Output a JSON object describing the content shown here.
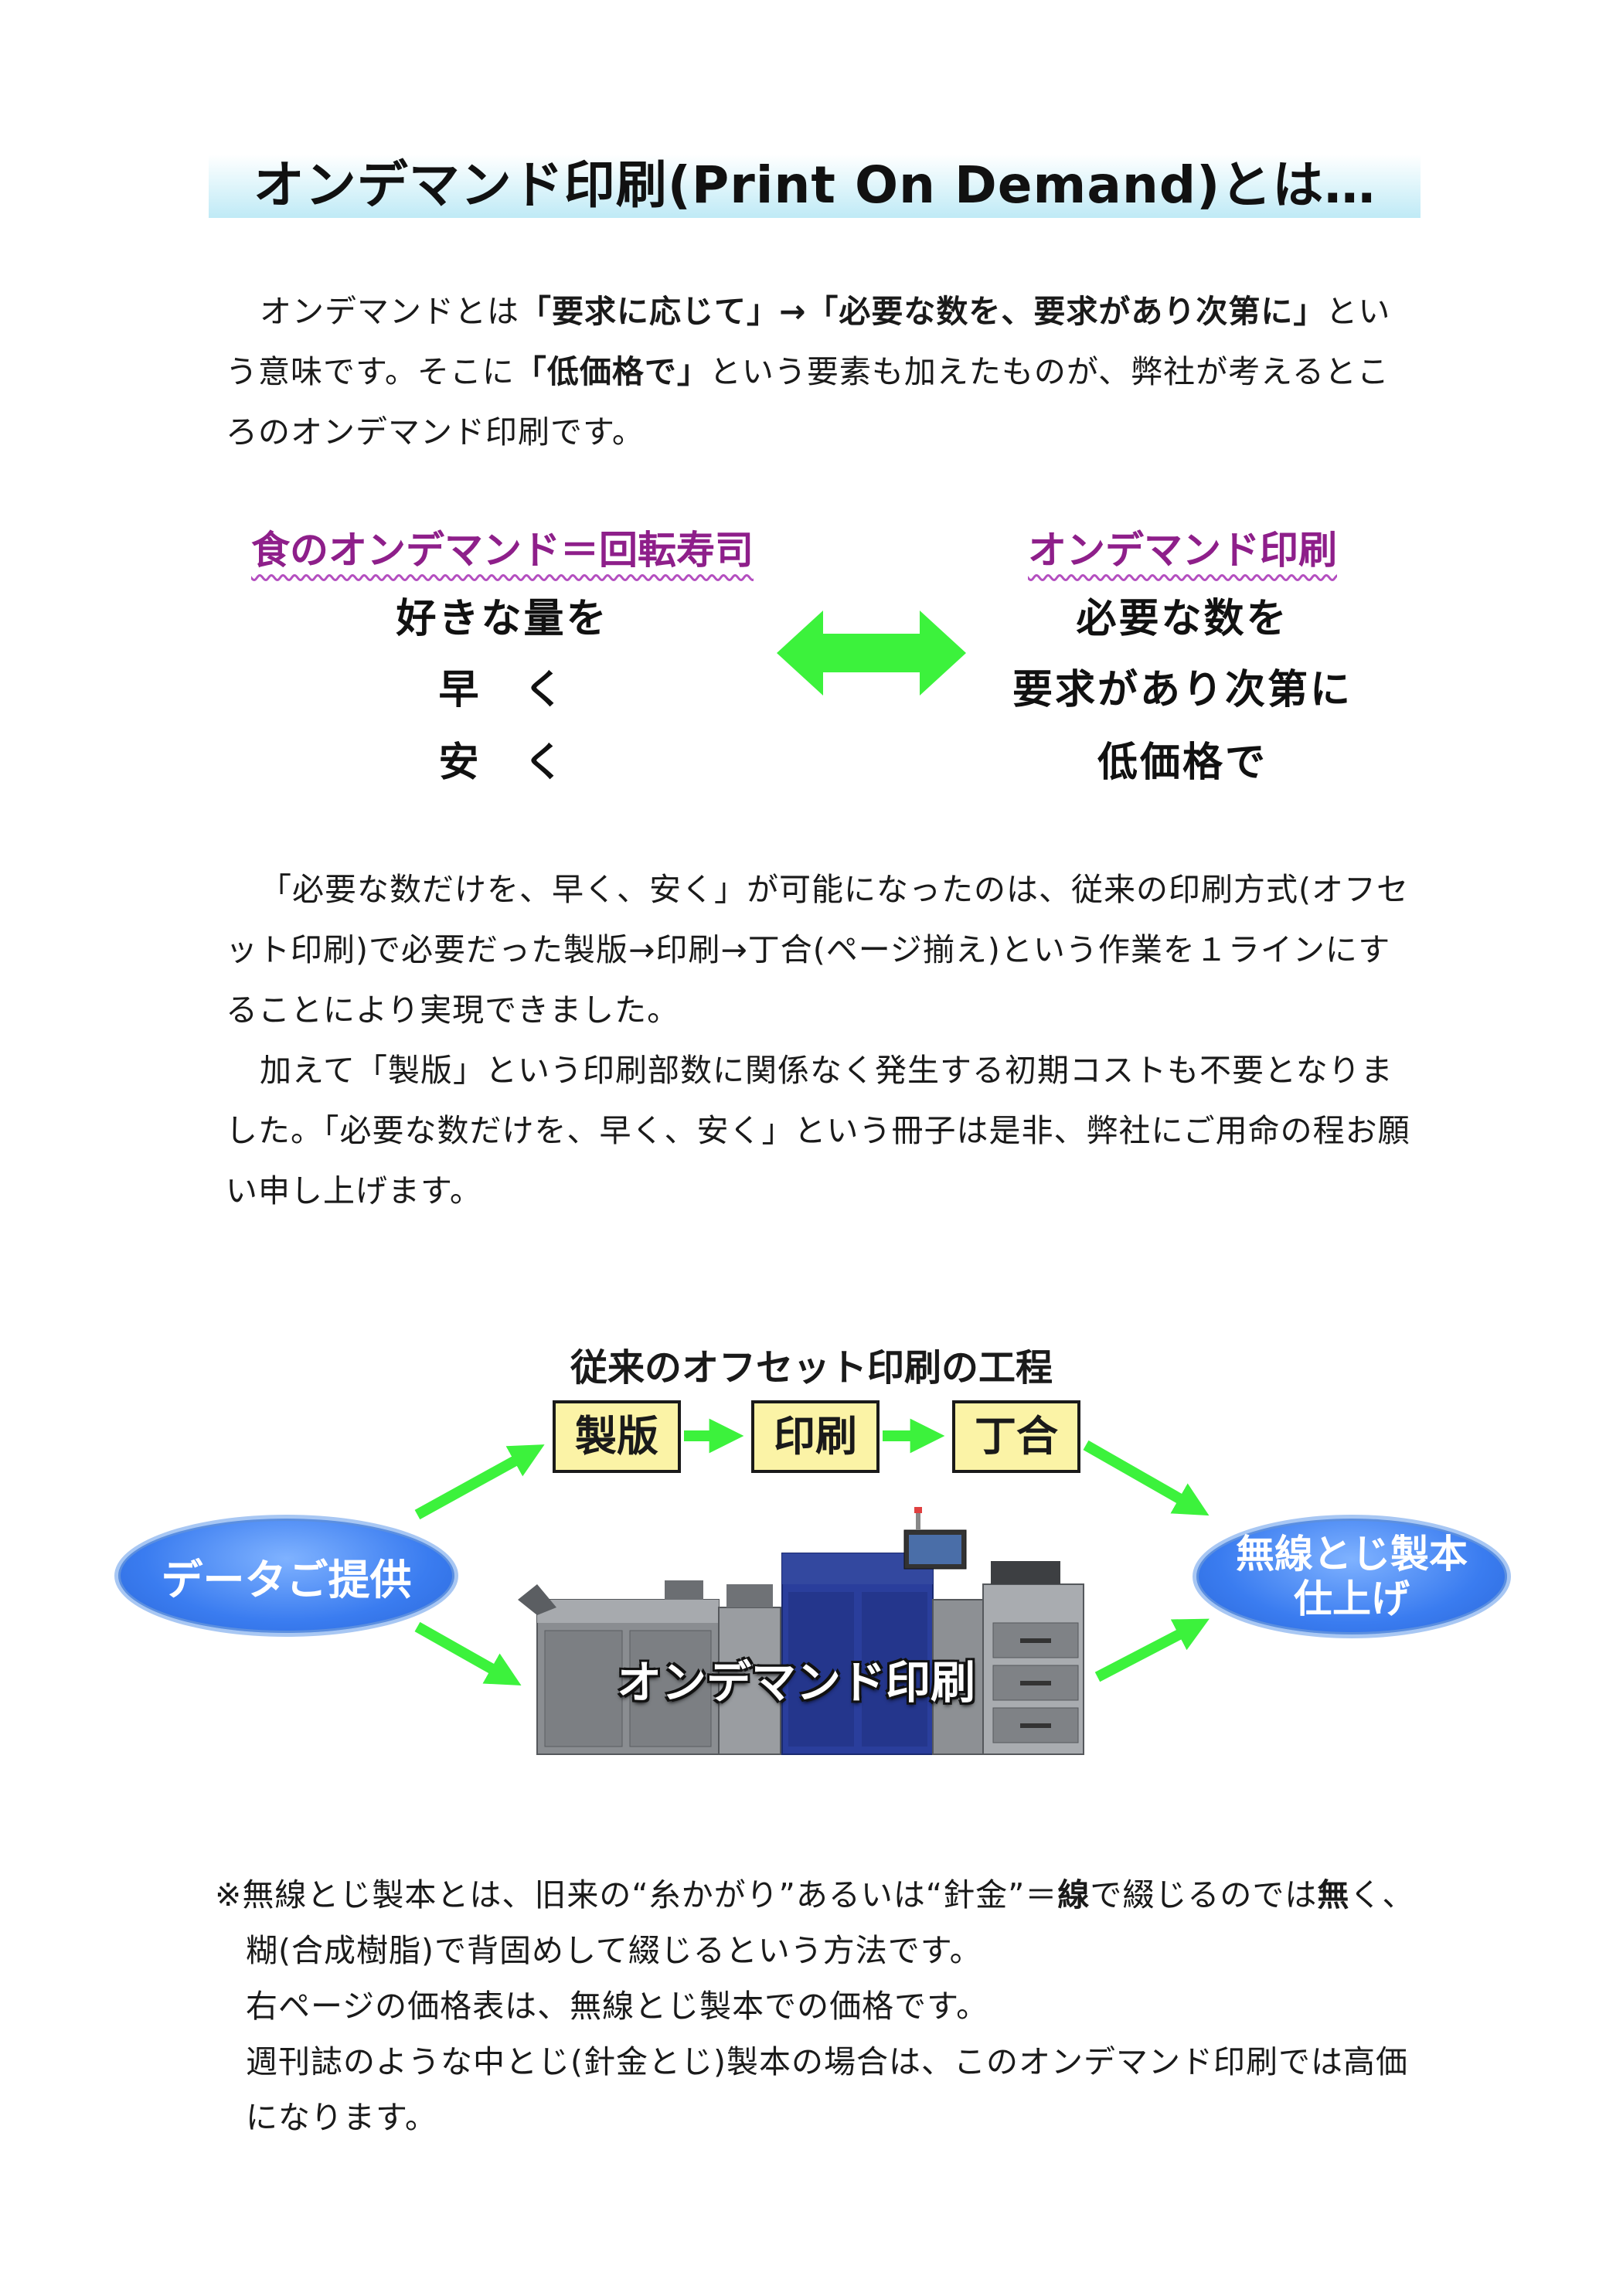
{
  "title": "オンデマンド印刷(Print On Demand)とは…",
  "intro": {
    "t1": "オンデマンドとは",
    "b1": "「要求に応じて」→「必要な数を、要求があり次第に」",
    "t2": "という意味です。そこに",
    "b2": "「低価格で」",
    "t3": "という要素も加えたものが、弊社が考えるところのオンデマンド印刷です。"
  },
  "comparison": {
    "left_head": "食のオンデマンド＝回転寿司",
    "left_lines": [
      "好きな量を",
      "早　く",
      "安　く"
    ],
    "right_head": "オンデマンド印刷",
    "right_lines": [
      "必要な数を",
      "要求があり次第に",
      "低価格で"
    ]
  },
  "body": {
    "p1": "「必要な数だけを、早く、安く」が可能になったのは、従来の印刷方式(オフセット印刷)で必要だった製版→印刷→丁合(ページ揃え)という作業を１ラインにすることにより実現できました。",
    "p2": "加えて「製版」という印刷部数に関係なく発生する初期コストも不要となりました。「必要な数だけを、早く、安く」という冊子は是非、弊社にご用命の程お願い申し上げます。"
  },
  "flow": {
    "title": "従来のオフセット印刷の工程",
    "steps": [
      "製版",
      "印刷",
      "丁合"
    ],
    "source": "データご提供",
    "result_line1": "無線とじ製本",
    "result_line2": "仕上げ",
    "machine_label": "オンデマンド印刷"
  },
  "note": {
    "line1_a": "※無線とじ製本とは、旧来の“糸かがり”あるいは“針金”＝",
    "line1_b": "線",
    "line1_c": "で綴じるのでは",
    "line1_d": "無",
    "line1_e": "く、",
    "line2": "糊(合成樹脂)で背固めして綴じるという方法です。",
    "line3": "右ページの価格表は、無線とじ製本での価格です。",
    "line4": "週刊誌のような中とじ(針金とじ)製本の場合は、このオンデマンド印刷では高価になります。"
  },
  "colors": {
    "arrow_green": "#3cf23c",
    "accent_purple": "#8e1f8a",
    "box_fill": "#fbf3a6",
    "ellipse_blue": "#3a7cf0",
    "machine_blue": "#2a3e9c"
  }
}
